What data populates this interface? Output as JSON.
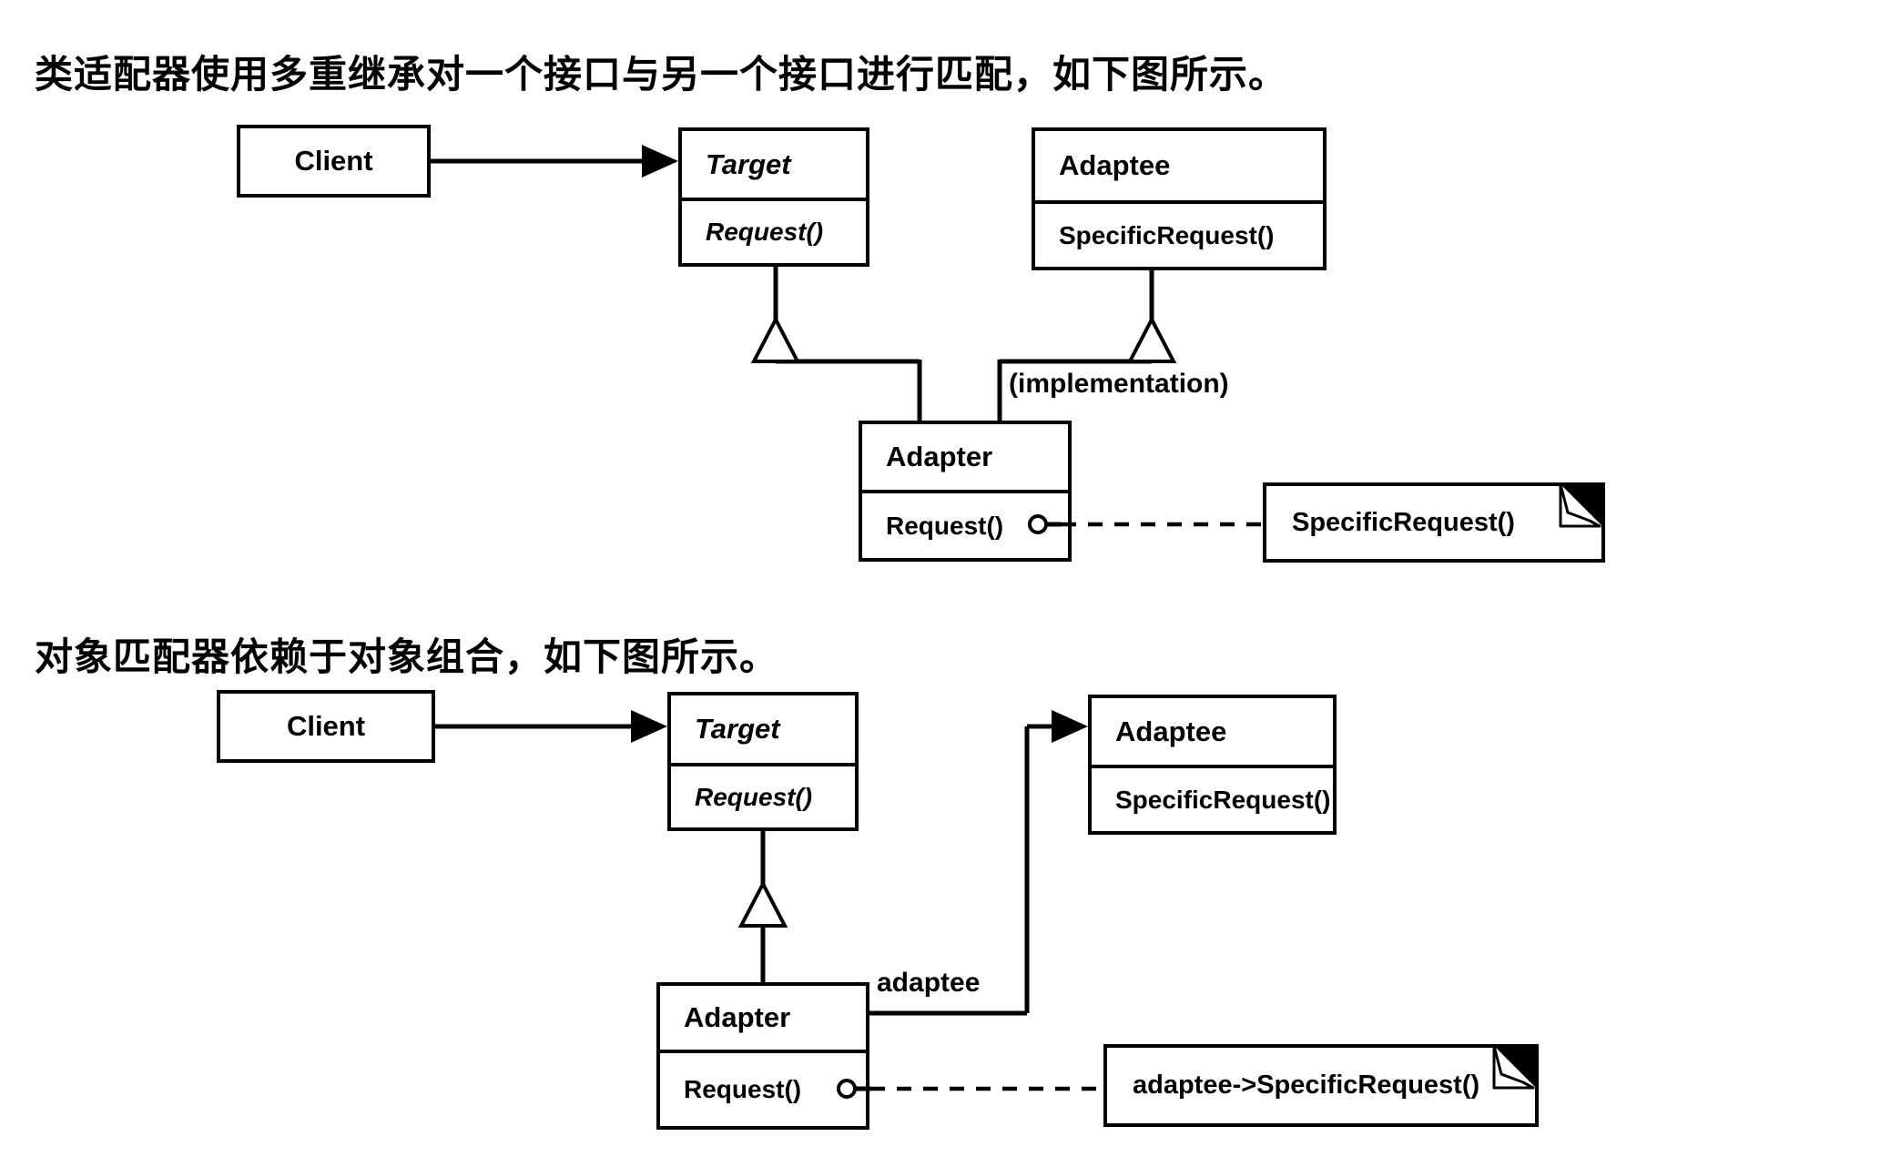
{
  "colors": {
    "ink": "#000000",
    "paper": "#ffffff"
  },
  "paragraphs": {
    "class_adapter_intro": "类适配器使用多重继承对一个接口与另一个接口进行匹配，如下图所示。",
    "object_adapter_intro": "对象匹配器依赖于对象组合，如下图所示。"
  },
  "class_diagram": {
    "client": {
      "name": "Client"
    },
    "target": {
      "name": "Target",
      "method": "Request()"
    },
    "adaptee": {
      "name": "Adaptee",
      "method": "SpecificRequest()"
    },
    "adapter": {
      "name": "Adapter",
      "method": "Request()"
    },
    "implementation_label": "(implementation)",
    "note": "SpecificRequest()"
  },
  "object_diagram": {
    "client": {
      "name": "Client"
    },
    "target": {
      "name": "Target",
      "method": "Request()"
    },
    "adaptee": {
      "name": "Adaptee",
      "method": "SpecificRequest()"
    },
    "adapter": {
      "name": "Adapter",
      "method": "Request()"
    },
    "adaptee_role_label": "adaptee",
    "note": "adaptee->SpecificRequest()"
  }
}
